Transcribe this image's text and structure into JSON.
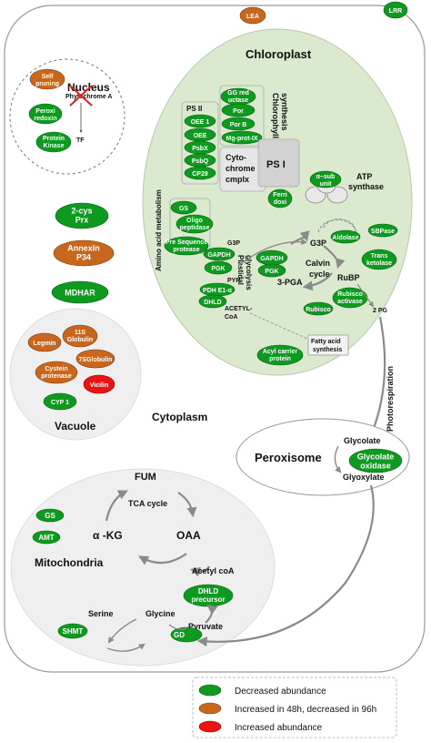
{
  "colors": {
    "decreased": "#0e9a1f",
    "increased_then_decreased": "#c8661e",
    "increased": "#ee1111",
    "chloroplast_fill": "#dbe9cf",
    "compartment_fill": "#efefef"
  },
  "compartments": {
    "chloroplast": "Chloroplast",
    "nucleus": "Nucleus",
    "vacuole": "Vacuole",
    "cytoplasm": "Cytoplasm",
    "mitochondria": "Mitochondria",
    "peroxisome": "Peroxisome"
  },
  "membrane": {
    "lea": "LEA",
    "lrr": "LRR"
  },
  "nucleus": {
    "self_pruning": [
      "Self",
      "pruning"
    ],
    "phytochrome": "Phytochrome A",
    "peroxiredoxin": [
      "Peroxi",
      "redoxin"
    ],
    "protein_kinase": [
      "Protein",
      "Kinase"
    ],
    "tf": "TF"
  },
  "cytoplasm_proteins": {
    "prx": [
      "2-cys",
      "Prx"
    ],
    "annexin": [
      "Annexin",
      "P34"
    ],
    "mdhar": "MDHAR"
  },
  "vacuole_proteins": {
    "legumin": "Legmin",
    "globulin11": [
      "11S",
      "Globulin"
    ],
    "globulin7": "7SGlobulin",
    "cysteine_protease": [
      "Cystein",
      "protenase"
    ],
    "vicilin": "Vicilin",
    "cyp1": "CYP 1"
  },
  "chloroplast": {
    "psii": "PS II",
    "oee1": "OEE 1",
    "oee": "OEE",
    "psbx": "PsbX",
    "psbq": "PsbQ",
    "cp29": "CP29",
    "chlorophyll_synthesis": [
      "Chlorophyll",
      "synthesis"
    ],
    "gg_reductase": [
      "GG red",
      "uctase"
    ],
    "por": "Por",
    "por_b": "Por B",
    "mg_prot_ix": "Mg-prot-IX",
    "cytochrome": [
      "Cyto-",
      "chrome",
      "cmplx"
    ],
    "psi": "PS I",
    "ferredoxin": [
      "Ferri",
      "doxi"
    ],
    "atp_subunit": [
      "α–sub",
      "unit"
    ],
    "atp_synthase": [
      "ATP",
      "synthase"
    ],
    "amino_acid_metabolism": "Amino acid metabolism",
    "gs": "GS",
    "oligopeptidase": [
      "Oligo",
      "peptidase"
    ],
    "pre_sequence_protease": [
      "Pre Sequence",
      "protease"
    ],
    "plastidial_glycolysis": [
      "Plastidal",
      "glycolysis"
    ],
    "g3p_left": "G3P",
    "gapdh_left": "GAPDH",
    "pgk_left": "PGK",
    "pyr": "PYR",
    "pdh": "PDH E1-α",
    "dhld": "DHLD",
    "acetyl_coa": [
      "ACETYL-",
      "CoA"
    ],
    "acyl_carrier": [
      "Acyl carrier",
      "protein"
    ],
    "fatty_acid_synthesis": [
      "Fatty acid",
      "synthesis"
    ],
    "g3p": "G3P",
    "gapdh": "GAPDH",
    "pgk": "PGK",
    "pga": "3-PGA",
    "calvin_cycle": [
      "Calvin",
      "cycle"
    ],
    "aldolase": "Aldolase",
    "sbpase": "SBPase",
    "transketolase": [
      "Trans",
      "ketolase"
    ],
    "rubp": "RuBP",
    "rubisco_activase": [
      "Rubisco",
      "activase"
    ],
    "rubisco": "Rubisco",
    "two_pg": "2 PG"
  },
  "photorespiration": "Photorespiration",
  "peroxisome": {
    "glycolate": "Glycolate",
    "glycolate_oxidase": [
      "Glycolate",
      "oxidase"
    ],
    "glyoxylate": "Glyoxylate"
  },
  "mitochondria": {
    "fum": "FUM",
    "tca_cycle": "TCA cycle",
    "akg": "α -KG",
    "oaa": "OAA",
    "gs": "GS",
    "amt": "AMT",
    "acetyl_coa": "Acetyl coA",
    "dhld_precursor": [
      "DHLD",
      "precursor"
    ],
    "serine": "Serine",
    "glycine": "Glycine",
    "pyruvate": "Pyruvate",
    "shmt": "SHMT",
    "gd": "GD"
  },
  "legend": [
    {
      "label": "Decreased abundance",
      "color_key": "decreased"
    },
    {
      "label": "Increased in 48h, decreased in 96h",
      "color_key": "increased_then_decreased"
    },
    {
      "label": "Increased abundance",
      "color_key": "increased"
    }
  ]
}
